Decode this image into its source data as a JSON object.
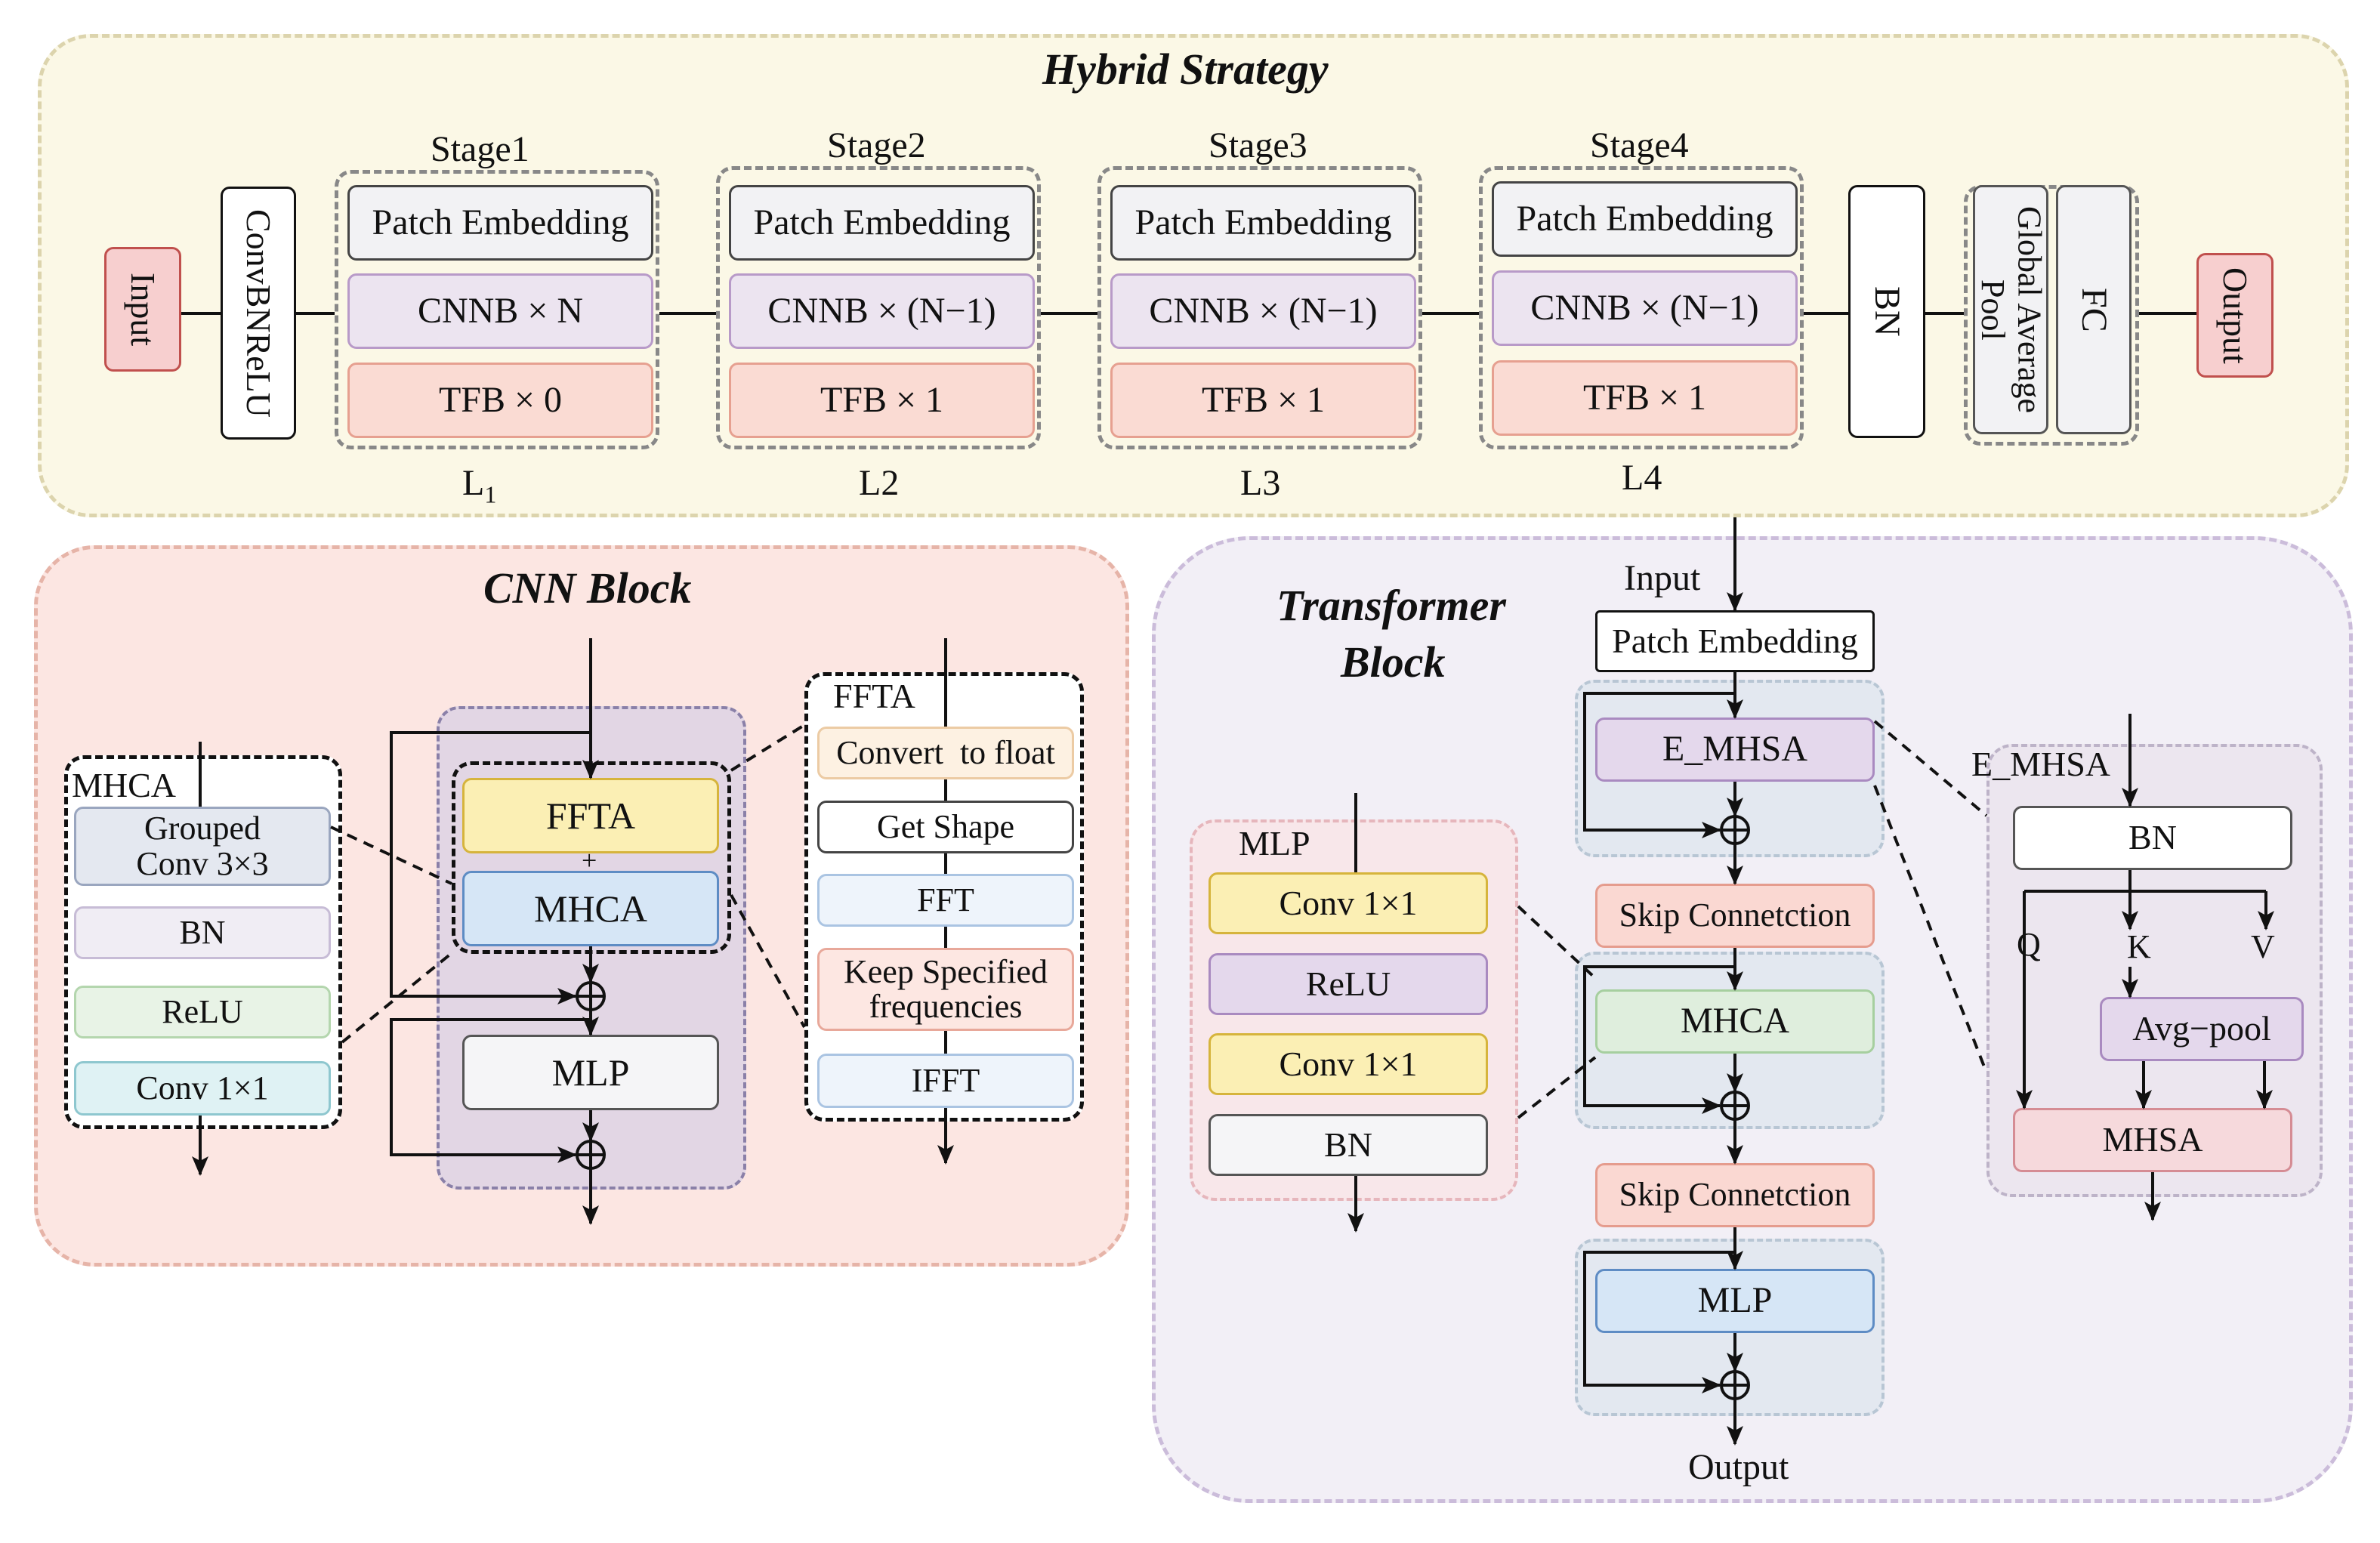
{
  "hybrid": {
    "title": "Hybrid Strategy",
    "input": "Input",
    "convbnrelu": "ConvBNReLU",
    "bn": "BN",
    "gap": "Global Average Pool",
    "fc": "FC",
    "output": "Output",
    "stages": [
      {
        "name": "Stage1",
        "patch": "Patch Embedding",
        "cnnb": "CNNB × N",
        "tfb": "TFB × 0",
        "level": "L",
        "level_sub": "1"
      },
      {
        "name": "Stage2",
        "patch": "Patch Embedding",
        "cnnb": "CNNB × (N−1)",
        "tfb": "TFB × 1",
        "level": "L2",
        "level_sub": ""
      },
      {
        "name": "Stage3",
        "patch": "Patch Embedding",
        "cnnb": "CNNB × (N−1)",
        "tfb": "TFB × 1",
        "level": "L3",
        "level_sub": ""
      },
      {
        "name": "Stage4",
        "patch": "Patch Embedding",
        "cnnb": "CNNB × (N−1)",
        "tfb": "TFB × 1",
        "level": "L4",
        "level_sub": ""
      }
    ]
  },
  "cnn_block": {
    "title": "CNN Block",
    "ffta": "FFTA",
    "plus": "+",
    "mhca": "MHCA",
    "mlp": "MLP",
    "mhca_detail": {
      "label": "MHCA",
      "items": [
        "Grouped Conv 3×3",
        "BN",
        "ReLU",
        "Conv 1×1"
      ]
    },
    "ffta_detail": {
      "label": "FFTA",
      "items": [
        "Convert  to float",
        "Get Shape",
        "FFT",
        "Keep Specified frequencies",
        "IFFT"
      ]
    }
  },
  "transformer_block": {
    "title_line1": "Transformer",
    "title_line2": "Block",
    "input": "Input",
    "patch": "Patch Embedding",
    "emhsa": "E_MHSA",
    "skip1": "Skip Connetction",
    "mhca": "MHCA",
    "skip2": "Skip Connetction",
    "mlp": "MLP",
    "output": "Output",
    "mlp_detail": {
      "label": "MLP",
      "items": [
        "Conv 1×1",
        "ReLU",
        "Conv 1×1",
        "BN"
      ]
    },
    "emhsa_detail": {
      "label": "E_MHSA",
      "bn": "BN",
      "q": "Q",
      "k": "K",
      "v": "V",
      "avgpool": "Avg−pool",
      "mhsa": "MHSA"
    }
  },
  "colors": {
    "hybrid_bg": "#fbf8e6",
    "hybrid_border": "#d8d0a6",
    "cnn_bg": "#fce6e2",
    "cnn_border": "#e6b1a6",
    "trans_bg": "#f1eef5",
    "trans_border": "#c8b8d8",
    "io_fill": "#f7cfcf",
    "io_border": "#c0504d",
    "patch_fill": "#f2f2f4",
    "cnnb_fill": "#ece4f0",
    "cnnb_border": "#b79cc8",
    "tfb_fill": "#fadbd3",
    "tfb_border": "#e6a090",
    "yellow_fill": "#fbefb4",
    "yellow_border": "#d6b43c",
    "blue_fill": "#d6e6f6",
    "blue_border": "#5e8cc4"
  }
}
